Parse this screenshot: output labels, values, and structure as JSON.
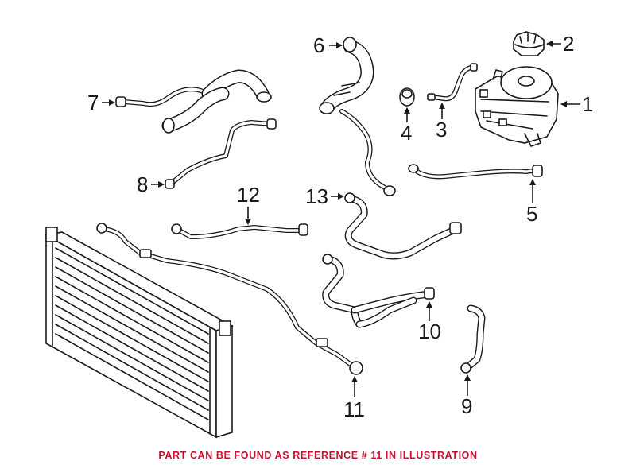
{
  "callouts": {
    "c1": "1",
    "c2": "2",
    "c3": "3",
    "c4": "4",
    "c5": "5",
    "c6": "6",
    "c7": "7",
    "c8": "8",
    "c9": "9",
    "c10": "10",
    "c11": "11",
    "c12": "12",
    "c13": "13"
  },
  "footer": {
    "note": "PART CAN BE FOUND AS REFERENCE # 11 IN ILLUSTRATION"
  },
  "colors": {
    "line_art": "#1a1a1a",
    "footer_text": "#c8102e",
    "background": "#ffffff"
  }
}
